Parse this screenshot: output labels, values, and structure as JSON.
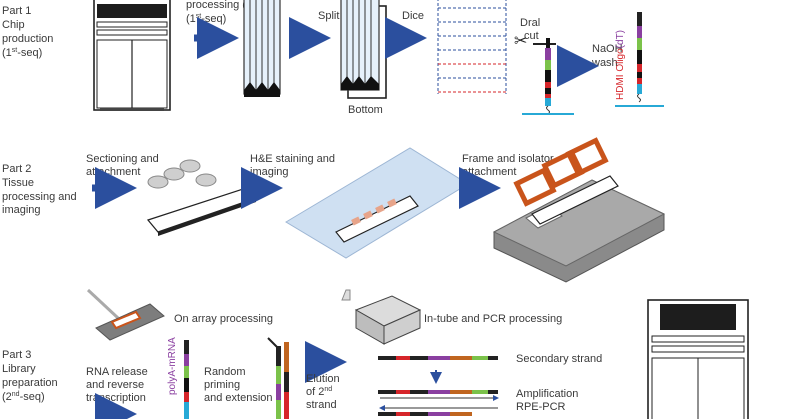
{
  "part1": {
    "label_lines": [
      "Part 1",
      "Chip",
      "production",
      "(1",
      "-seq)"
    ],
    "label_sup": "st",
    "processing_prefix": "processing (1",
    "processing_sup": "st",
    "processing_suffix": "-seq)",
    "split": "Split",
    "dice": "Dice",
    "bottom": "Bottom",
    "dral_cut": [
      "Dral",
      "cut"
    ],
    "naoh_wash": [
      "NaOH",
      "wash"
    ],
    "hdmi_prefix": "HDMI Oligo",
    "hdmi_suffix": "(dT)"
  },
  "part2": {
    "label_lines": [
      "Part 2",
      "Tissue",
      "processing and",
      "imaging"
    ],
    "sectioning": [
      "Sectioning and",
      "attachment"
    ],
    "he_staining": [
      "H&E staining and",
      "imaging"
    ],
    "frame": [
      "Frame and isolator",
      "attachment"
    ]
  },
  "part3": {
    "label_lines": [
      "Part 3",
      "Library",
      "preparation",
      "(2",
      "-seq)"
    ],
    "label_sup": "nd",
    "on_array": "On array processing",
    "in_tube": "In-tube and PCR processing",
    "rna_release": [
      "RNA release",
      "and reverse",
      "transcription"
    ],
    "polya": "polyA-mRNA",
    "random": [
      "Random",
      "priming",
      "and extension"
    ],
    "elution": [
      "Elution",
      "of 2",
      "strand"
    ],
    "elution_sup": "nd",
    "secondary": "Secondary strand",
    "amplification": [
      "Amplification",
      "RPE-PCR"
    ]
  },
  "colors": {
    "arrow": "#2b4f9e",
    "oligo_red": "#d6252a",
    "oligo_purple": "#8a3fa0",
    "oligo_orange": "#c0651f",
    "oligo_green": "#7bc24a",
    "oligo_cyan": "#27a9d6",
    "frame_orange": "#c9541b",
    "slide_blue": "#cfe0f2"
  }
}
